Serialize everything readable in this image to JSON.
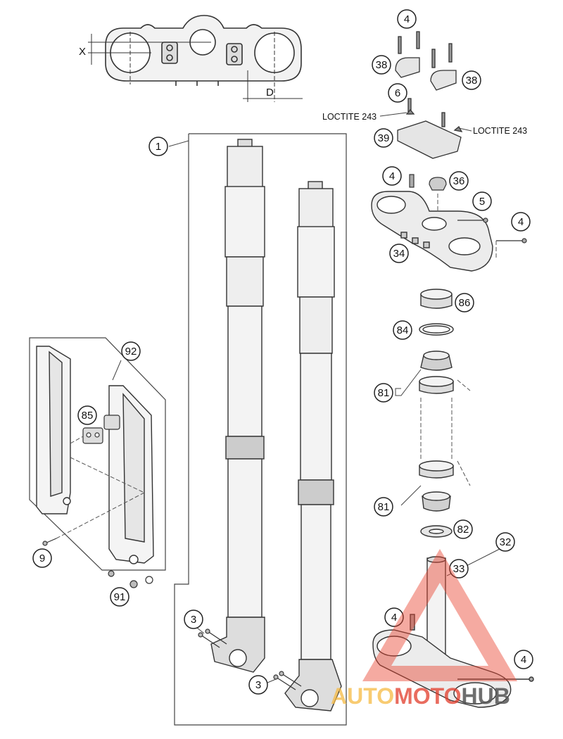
{
  "callouts": [
    {
      "id": "c1",
      "text": "1"
    },
    {
      "id": "c3a",
      "text": "3"
    },
    {
      "id": "c3b",
      "text": "3"
    },
    {
      "id": "c4a",
      "text": "4"
    },
    {
      "id": "c4b",
      "text": "4"
    },
    {
      "id": "c4c",
      "text": "4"
    },
    {
      "id": "c4d",
      "text": "4"
    },
    {
      "id": "c4e",
      "text": "4"
    },
    {
      "id": "c5",
      "text": "5"
    },
    {
      "id": "c6",
      "text": "6"
    },
    {
      "id": "c9",
      "text": "9"
    },
    {
      "id": "c32",
      "text": "32"
    },
    {
      "id": "c33",
      "text": "33"
    },
    {
      "id": "c34",
      "text": "34"
    },
    {
      "id": "c36",
      "text": "36"
    },
    {
      "id": "c38a",
      "text": "38"
    },
    {
      "id": "c38b",
      "text": "38"
    },
    {
      "id": "c39",
      "text": "39"
    },
    {
      "id": "c81a",
      "text": "81"
    },
    {
      "id": "c81b",
      "text": "81"
    },
    {
      "id": "c82",
      "text": "82"
    },
    {
      "id": "c84",
      "text": "84"
    },
    {
      "id": "c85",
      "text": "85"
    },
    {
      "id": "c86",
      "text": "86"
    },
    {
      "id": "c91",
      "text": "91"
    },
    {
      "id": "c92",
      "text": "92"
    }
  ],
  "notes": {
    "loctite_left": "LOCTITE 243",
    "loctite_right": "LOCTITE 243"
  },
  "dimensions": {
    "offset_x": "X",
    "offset_d": "D"
  },
  "watermark": {
    "part1": "AUTO",
    "part2": "MOTO",
    "part3": "HUB",
    "color_part1": "#f5b942",
    "color_part2": "#e23b2a",
    "color_part3": "#555555",
    "logo_color": "#e8432f"
  }
}
